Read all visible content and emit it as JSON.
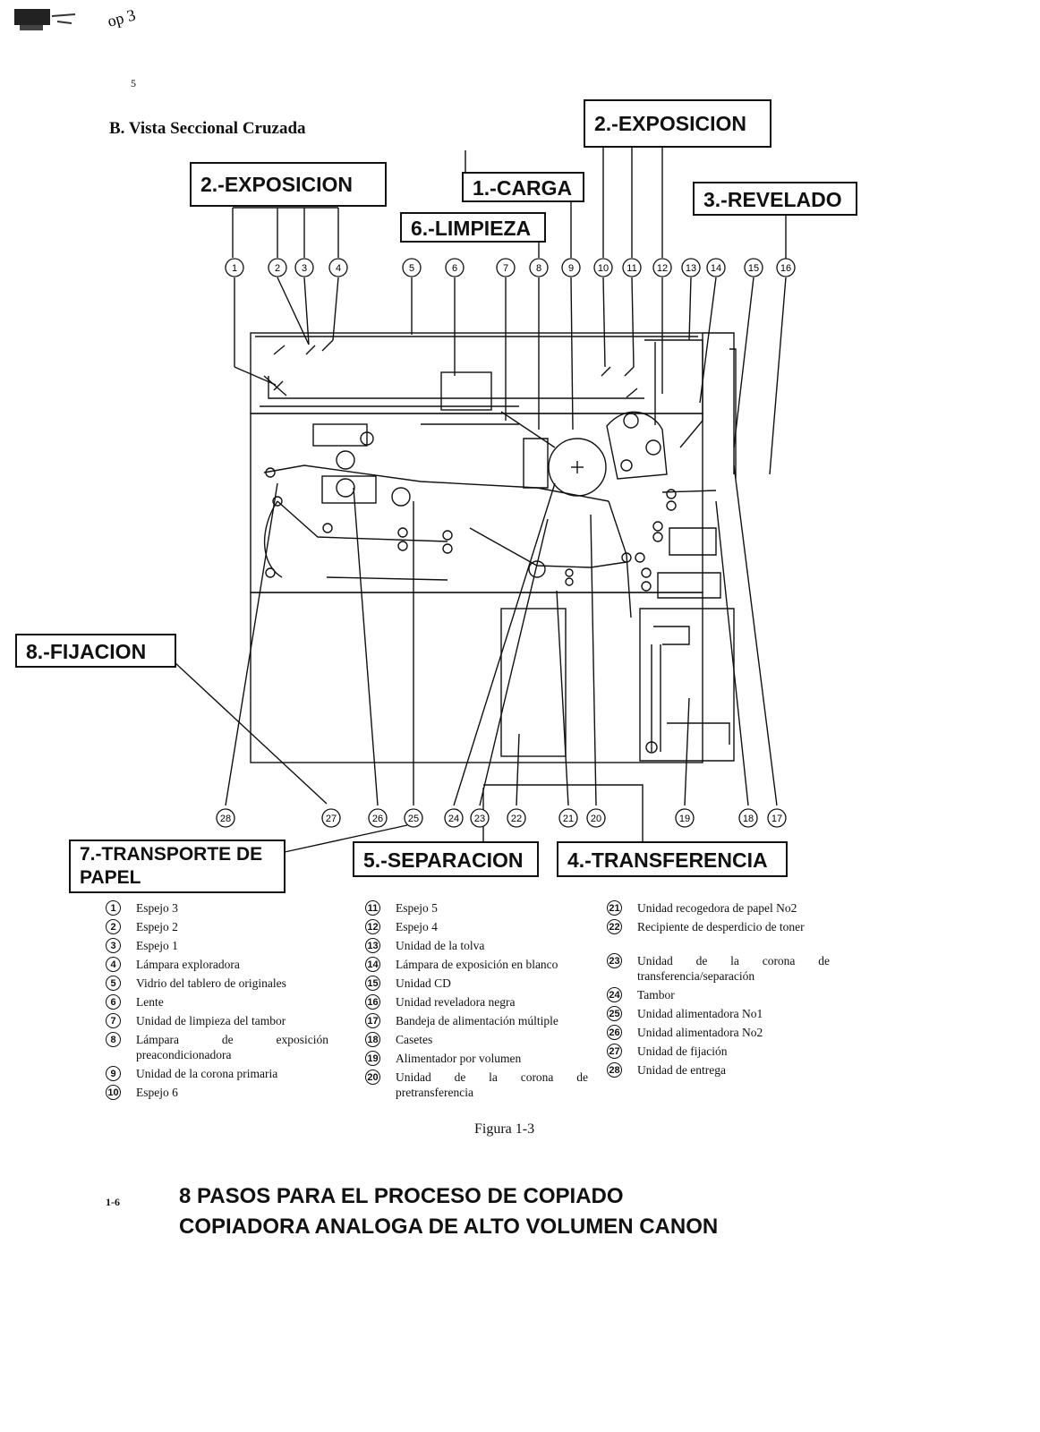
{
  "page": {
    "page_number": "5",
    "section_title": "B. Vista Seccional Cruzada",
    "corner_scribble": "op 3",
    "caption": "Figura 1-3",
    "footer_code": "1-6",
    "footer_line1": "8 PASOS PARA EL PROCESO DE COPIADO",
    "footer_line2": "COPIADORA ANALOGA DE ALTO VOLUMEN CANON"
  },
  "stages": {
    "exposicion_left": "2.-EXPOSICION",
    "carga": "1.-CARGA",
    "exposicion_right": "2.-EXPOSICION",
    "revelado": "3.-REVELADO",
    "limpieza": "6.-LIMPIEZA",
    "fijacion": "8.-FIJACION",
    "transporte": "7.-TRANSPORTE DE PAPEL",
    "separacion": "5.-SEPARACION",
    "transferencia": "4.-TRANSFERENCIA"
  },
  "callout_numbers": {
    "top": [
      "1",
      "2",
      "3",
      "4",
      "5",
      "6",
      "7",
      "8",
      "9",
      "10",
      "11",
      "12",
      "13",
      "14",
      "15",
      "16"
    ],
    "bottom": [
      "28",
      "27",
      "26",
      "25",
      "24",
      "23",
      "22",
      "21",
      "20",
      "19",
      "18",
      "17"
    ]
  },
  "legend": {
    "col1": [
      {
        "num": "1",
        "text": "Espejo 3"
      },
      {
        "num": "2",
        "text": "Espejo 2"
      },
      {
        "num": "3",
        "text": "Espejo 1"
      },
      {
        "num": "4",
        "text": "Lámpara exploradora"
      },
      {
        "num": "5",
        "text": "Vidrio del tablero de originales"
      },
      {
        "num": "6",
        "text": "Lente"
      },
      {
        "num": "7",
        "text": "Unidad de limpieza del tambor"
      },
      {
        "num": "8",
        "text": "Lámpara de exposición preacondicionadora"
      },
      {
        "num": "9",
        "text": "Unidad de la corona primaria"
      },
      {
        "num": "10",
        "text": "Espejo 6"
      }
    ],
    "col2": [
      {
        "num": "11",
        "text": "Espejo 5"
      },
      {
        "num": "12",
        "text": "Espejo 4"
      },
      {
        "num": "13",
        "text": "Unidad de la tolva"
      },
      {
        "num": "14",
        "text": "Lámpara de exposición en blanco"
      },
      {
        "num": "15",
        "text": "Unidad CD"
      },
      {
        "num": "16",
        "text": "Unidad reveladora negra"
      },
      {
        "num": "17",
        "text": "Bandeja de alimentación múltiple"
      },
      {
        "num": "18",
        "text": "Casetes"
      },
      {
        "num": "19",
        "text": "Alimentador por volumen"
      },
      {
        "num": "20",
        "text": "Unidad de la corona de pretransferencia"
      }
    ],
    "col3": [
      {
        "num": "21",
        "text": "Unidad recogedora de papel No2"
      },
      {
        "num": "22",
        "text": "Recipiente de desperdicio de toner"
      },
      {
        "num": "23",
        "text": "Unidad de la corona de transferencia/separación"
      },
      {
        "num": "24",
        "text": "Tambor"
      },
      {
        "num": "25",
        "text": "Unidad alimentadora No1"
      },
      {
        "num": "26",
        "text": "Unidad alimentadora No2"
      },
      {
        "num": "27",
        "text": "Unidad de fijación"
      },
      {
        "num": "28",
        "text": "Unidad de entrega"
      }
    ]
  }
}
